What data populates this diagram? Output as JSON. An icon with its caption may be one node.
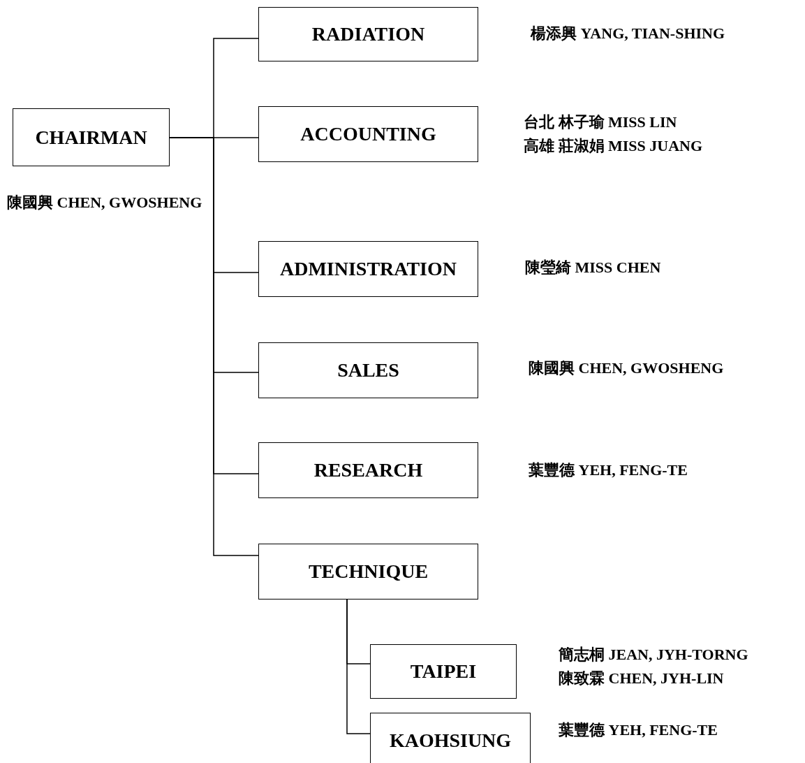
{
  "diagram": {
    "nodes": [
      {
        "text": [
          "CHAIRMAN"
        ],
        "beside": [
          "陳國興 CHEN, GWOSHENG"
        ]
      },
      {
        "text": [
          "RADIATION"
        ],
        "beside": [
          "楊添興 YANG, TIAN-SHING"
        ]
      },
      {
        "text": [
          "ACCOUNTING"
        ],
        "beside": [
          "台北 林子瑜 MISS LIN",
          "高雄 莊淑娟 MISS JUANG"
        ]
      },
      {
        "text": [
          "ADMINISTRATION"
        ],
        "beside": [
          "陳瑩綺 MISS CHEN"
        ]
      },
      {
        "text": [
          "SALES"
        ],
        "beside": [
          "陳國興 CHEN, GWOSHENG"
        ]
      },
      {
        "text": [
          "RESEARCH"
        ],
        "beside": [
          "葉豐德 YEH, FENG-TE"
        ]
      },
      {
        "text": [
          "TECHNIQUE"
        ]
      },
      {
        "text": [
          "TAIPEI"
        ],
        "beside": [
          "簡志桐 JEAN, JYH-TORNG",
          "陳致霖 CHEN, JYH-LIN"
        ]
      },
      {
        "text": [
          "KAOHSIUNG"
        ],
        "beside": [
          "葉豐德 YEH, FENG-TE"
        ]
      }
    ],
    "edges": [
      {
        "from": 0,
        "to": 1,
        "arrow": "none"
      },
      {
        "from": 0,
        "to": 2,
        "arrow": "none"
      },
      {
        "from": 0,
        "to": 3,
        "arrow": "none"
      },
      {
        "from": 0,
        "to": 4,
        "arrow": "none"
      },
      {
        "from": 0,
        "to": 5,
        "arrow": "none"
      },
      {
        "from": 0,
        "to": 6,
        "arrow": "none"
      },
      {
        "from": 6,
        "to": 7,
        "arrow": "none"
      },
      {
        "from": 6,
        "to": 8,
        "arrow": "none"
      }
    ]
  }
}
